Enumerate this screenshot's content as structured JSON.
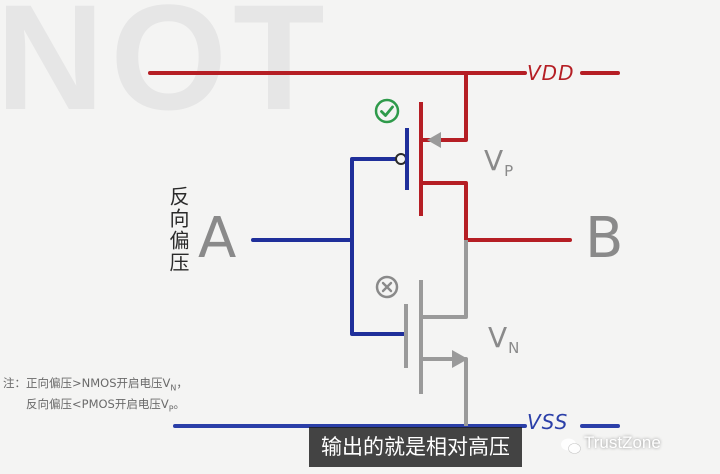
{
  "background_title": "NOT",
  "rails": {
    "vdd_label": "VDD",
    "vss_label": "VSS"
  },
  "nodes": {
    "input_label": "A",
    "output_label": "B"
  },
  "bias_label": "反向偏压",
  "transistors": {
    "pmos": {
      "label_main": "V",
      "label_sub": "P",
      "status_icon": "check-circle-icon",
      "state": "on"
    },
    "nmos": {
      "label_main": "V",
      "label_sub": "N",
      "status_icon": "cross-circle-icon",
      "state": "off"
    }
  },
  "note": {
    "line1": "注：正向偏压>NMOS开启电压V",
    "line1_sub": "N",
    "line1_end": "，",
    "line2": "反向偏压<PMOS开启电压V",
    "line2_sub": "P",
    "line2_end": "。"
  },
  "caption": "输出的就是相对高压",
  "watermark": "TrustZone",
  "colors": {
    "vdd_rail": "#b51e24",
    "vss_rail": "#2b3fa8",
    "input_wire": "#1f2f9a",
    "active_path": "#b51e24",
    "inactive_path": "#9a9a9a",
    "ok_icon": "#2e9a4a",
    "off_icon": "#8a8a8a"
  }
}
